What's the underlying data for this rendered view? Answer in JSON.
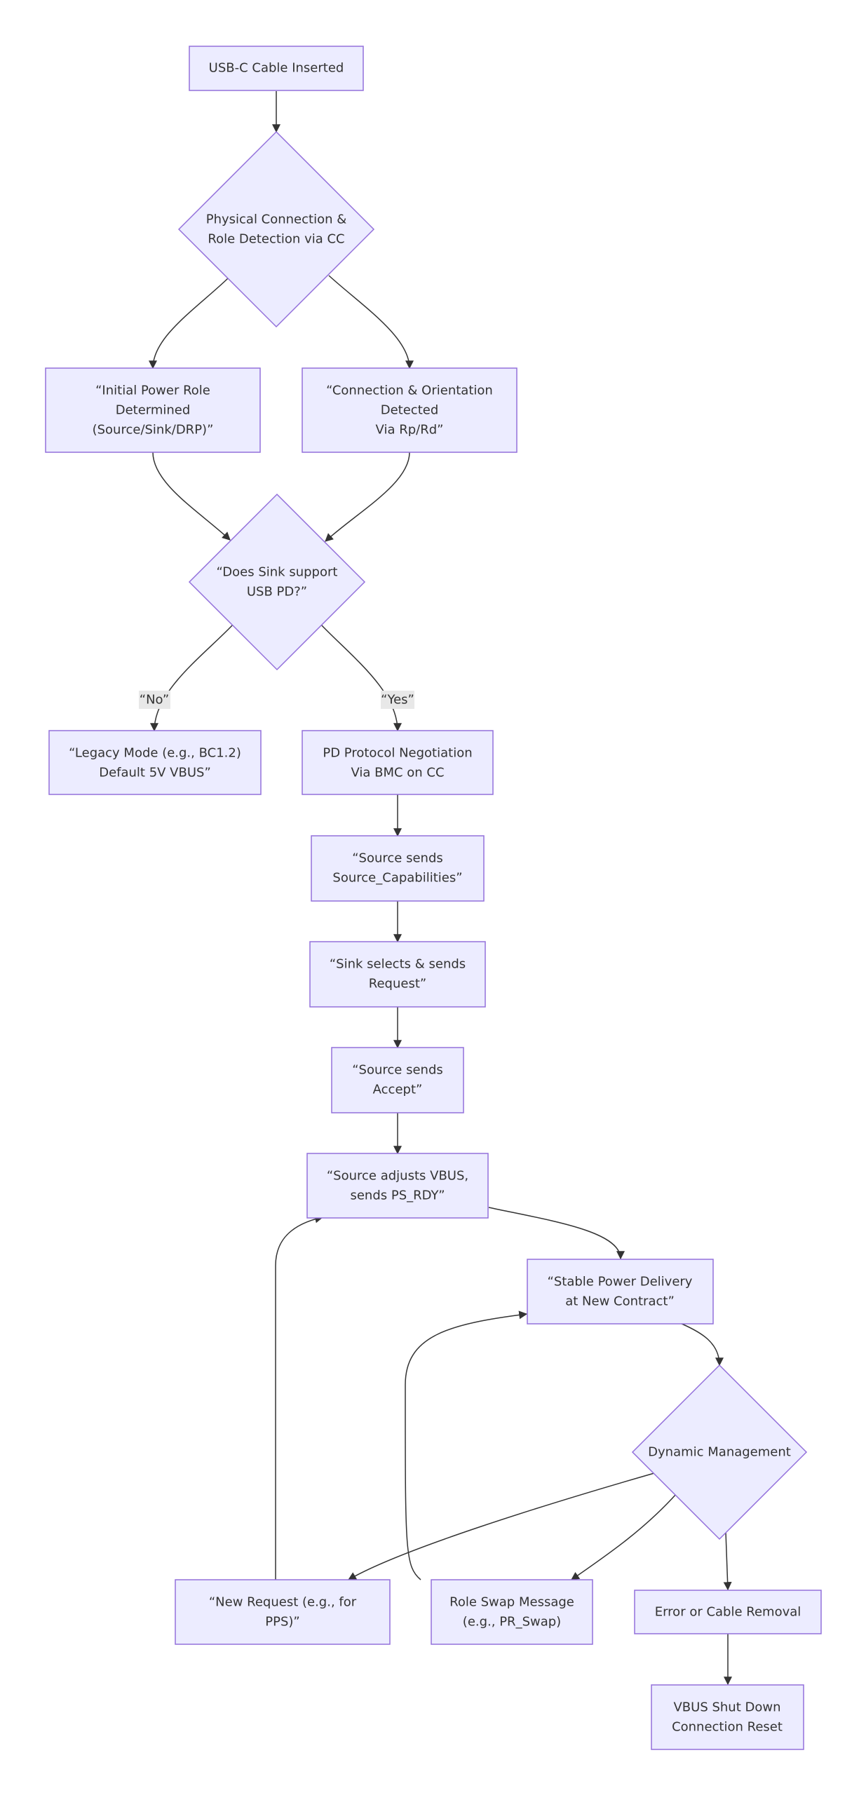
{
  "nodes": {
    "start": [
      "USB-C Cable Inserted"
    ],
    "physical": [
      "Physical Connection &",
      "Role Detection via CC"
    ],
    "initial_role": [
      "“Initial Power Role",
      "Determined",
      "(Source/Sink/DRP)”"
    ],
    "orientation": [
      "“Connection & Orientation",
      "Detected",
      "Via Rp/Rd”"
    ],
    "pd_support": [
      "“Does Sink support",
      "USB PD?”"
    ],
    "legacy": [
      "“Legacy Mode (e.g., BC1.2)",
      "Default 5V VBUS”"
    ],
    "pd_negotiation": [
      "PD Protocol Negotiation",
      "Via BMC on CC"
    ],
    "source_caps": [
      "“Source sends",
      "Source_Capabilities”"
    ],
    "sink_request": [
      "“Sink selects & sends",
      "Request”"
    ],
    "source_accept": [
      "“Source sends",
      "Accept”"
    ],
    "ps_rdy": [
      "“Source adjusts VBUS,",
      "sends PS_RDY”"
    ],
    "stable": [
      "“Stable Power Delivery",
      "at New Contract”"
    ],
    "dynamic": [
      "Dynamic Management"
    ],
    "new_request": [
      "“New Request (e.g., for",
      "PPS)”"
    ],
    "role_swap": [
      "Role Swap Message",
      "(e.g., PR_Swap)"
    ],
    "error": [
      "Error or Cable Removal"
    ],
    "shutdown": [
      "VBUS Shut Down",
      "Connection Reset"
    ]
  },
  "edge_labels": {
    "no": "“No”",
    "yes": "“Yes”"
  },
  "colors": {
    "node_fill": "#ECECFF",
    "node_stroke": "#9370DB",
    "edge": "#333333",
    "edge_label_bg": "#e8e8e8"
  }
}
